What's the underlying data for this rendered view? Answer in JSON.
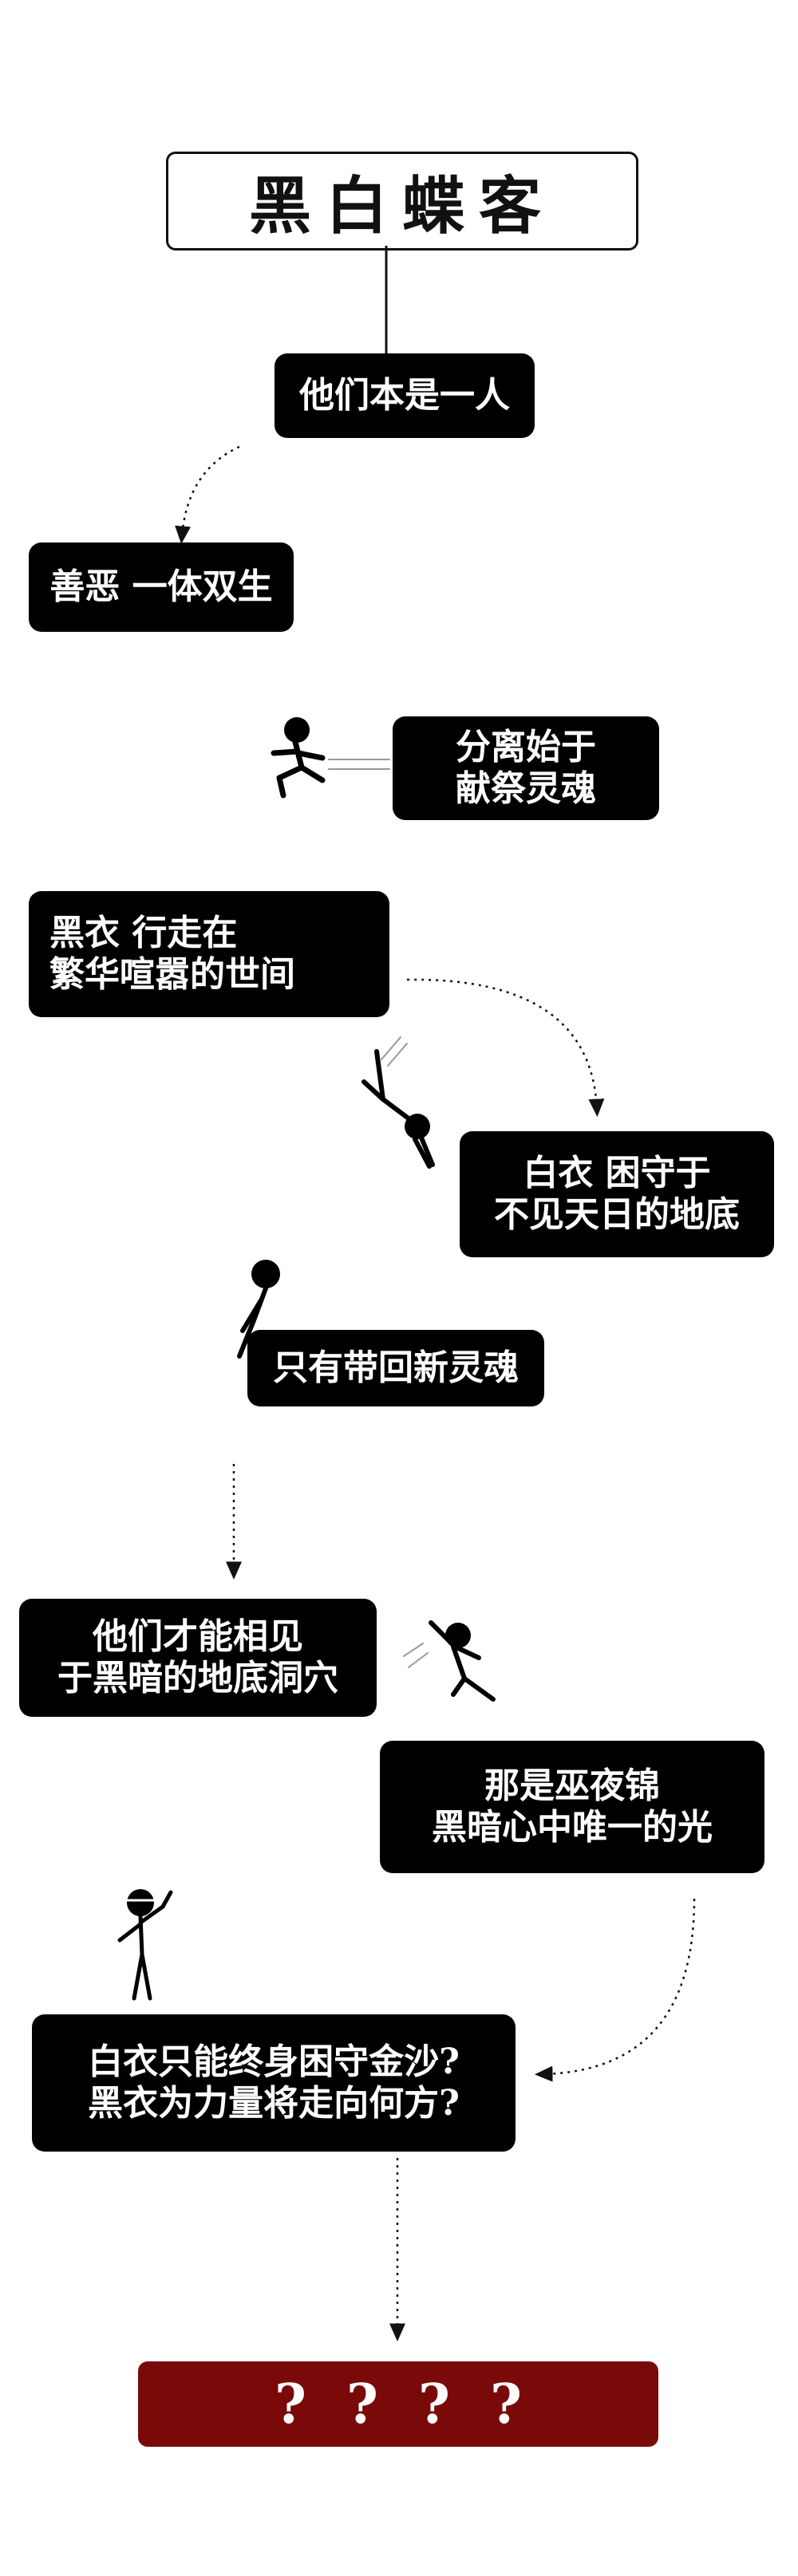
{
  "title": "黑白蝶客",
  "nodes": {
    "n1": "他们本是一人",
    "n2": "善恶 一体双生",
    "n3": "分离始于\n献祭灵魂",
    "n4": "黑衣 行走在\n繁华喧嚣的世间",
    "n5": "白衣  困守于\n不见天日的地底",
    "n6": "只有带回新灵魂",
    "n7": "他们才能相见\n于黑暗的地底洞穴",
    "n8": "那是巫夜锦\n黑暗心中唯一的光",
    "n9": "白衣只能终身困守金沙?\n黑衣为力量将走向何方?"
  },
  "final": {
    "marks": [
      "?",
      "?",
      "?",
      "?"
    ]
  },
  "colors": {
    "box": "#000000",
    "final": "#7a0a0a",
    "text": "#ffffff"
  }
}
